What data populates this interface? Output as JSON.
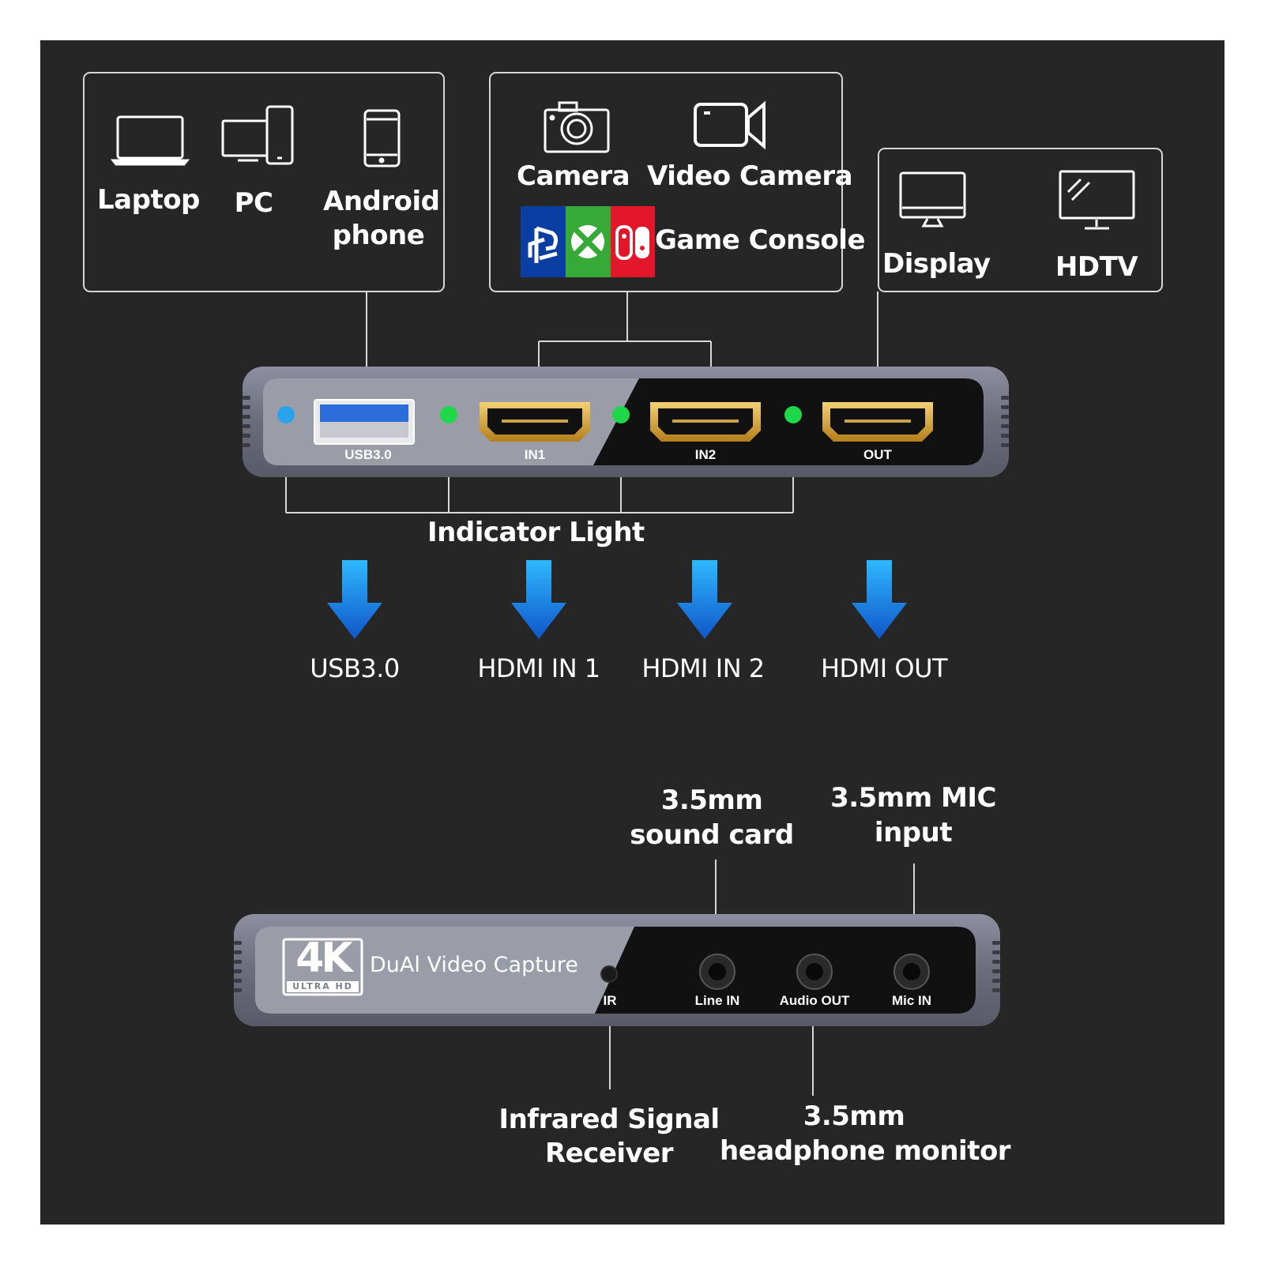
{
  "sources_box": {
    "items": [
      {
        "label": "Laptop",
        "icon": "laptop-icon"
      },
      {
        "label": "PC",
        "icon": "pc-icon"
      },
      {
        "label_line1": "Android",
        "label_line2": "phone",
        "icon": "phone-icon"
      }
    ]
  },
  "inputs_box": {
    "camera": {
      "label": "Camera",
      "icon": "camera-icon"
    },
    "video_camera": {
      "label": "Video Camera",
      "icon": "video-camera-icon"
    },
    "game_console": {
      "label": "Game Console",
      "icons": [
        "playstation-icon",
        "xbox-icon",
        "switch-icon"
      ]
    }
  },
  "outputs_box": {
    "items": [
      {
        "label": "Display",
        "icon": "display-icon"
      },
      {
        "label": "HDTV",
        "icon": "hdtv-icon"
      }
    ]
  },
  "front_panel": {
    "ports": [
      "USB3.0",
      "IN1",
      "IN2",
      "OUT"
    ],
    "indicator_label": "Indicator Light"
  },
  "arrows": {
    "labels": [
      "USB3.0",
      "HDMI IN 1",
      "HDMI IN 2",
      "HDMI OUT"
    ],
    "icon": "arrow-down-icon"
  },
  "rear_panel": {
    "logo_text": "4K",
    "logo_subtext": "ULTRA HD",
    "brand": "DuAl Video Capture",
    "ports": [
      "IR",
      "Line IN",
      "Audio OUT",
      "Mic IN"
    ]
  },
  "callouts": {
    "sound_card": {
      "line1": "3.5mm",
      "line2": "sound card"
    },
    "mic_input": {
      "line1": "3.5mm MIC",
      "line2": "input"
    },
    "infrared": {
      "line1": "Infrared Signal",
      "line2": "Receiver"
    },
    "headphone": {
      "line1": "3.5mm",
      "line2": "headphone monitor"
    }
  },
  "colors": {
    "background": "#262626",
    "indicator_blue": "#2aa3ee",
    "indicator_green": "#1fd84a",
    "arrow_blue": "#1a7fe0",
    "hdmi_gold": "#d9a53a",
    "playstation_blue": "#0b3ea3",
    "xbox_green": "#36a936",
    "switch_red": "#e4162a"
  }
}
